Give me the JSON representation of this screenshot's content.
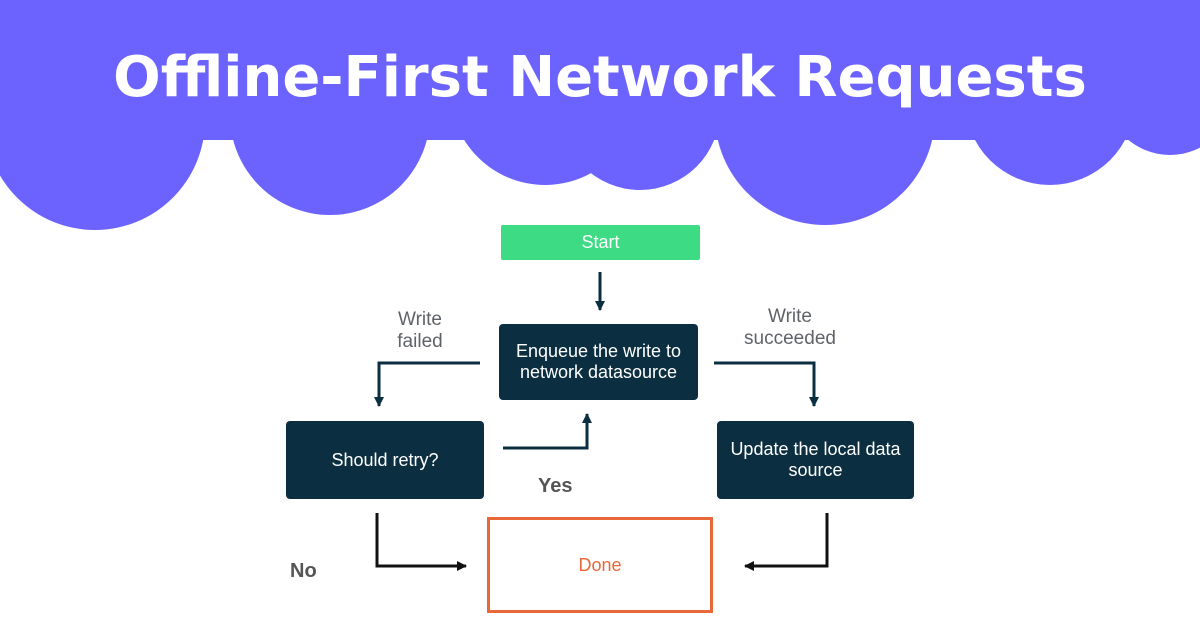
{
  "title": "Offline-First Network Requests",
  "colors": {
    "banner": "#6c63ff",
    "start": "#3ddc84",
    "dark_node": "#0b2f40",
    "done": "#e8683a",
    "arrow": "#0b2f40"
  },
  "nodes": {
    "start": "Start",
    "enqueue_line1": "Enqueue the write to",
    "enqueue_line2": "network datasource",
    "should_retry": "Should retry?",
    "update_line1": "Update the local data",
    "update_line2": "source",
    "done": "Done"
  },
  "edge_labels": {
    "write_failed_line1": "Write",
    "write_failed_line2": "failed",
    "write_succeeded_line1": "Write",
    "write_succeeded_line2": "succeeded",
    "yes": "Yes",
    "no": "No"
  }
}
